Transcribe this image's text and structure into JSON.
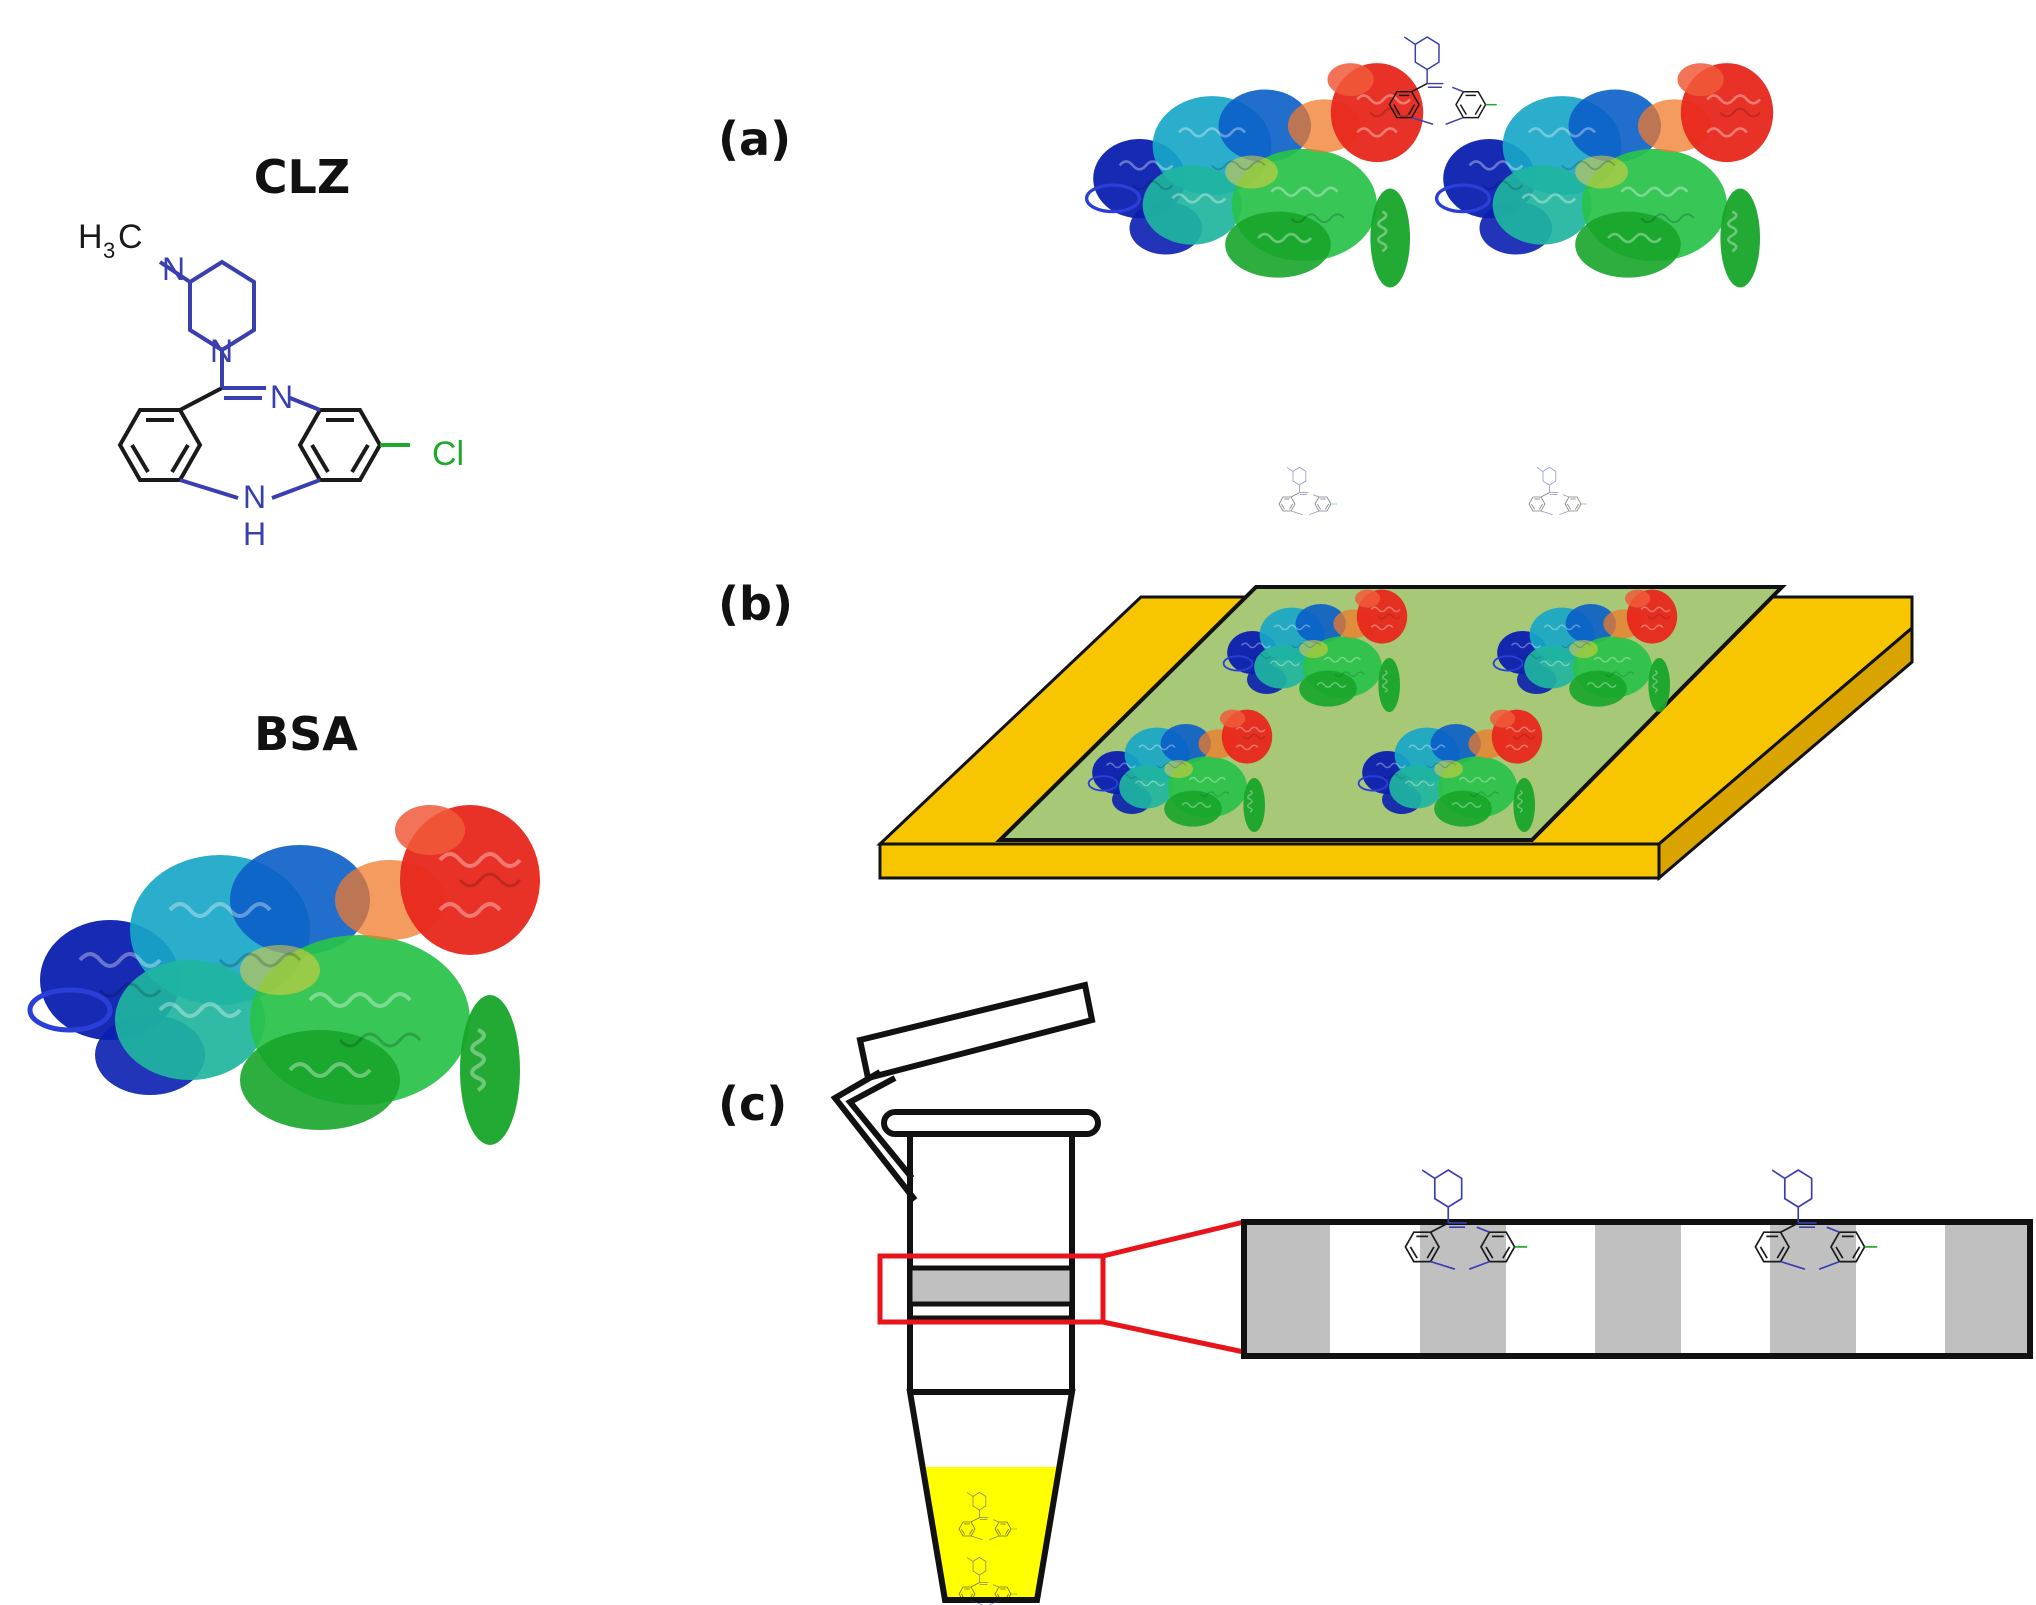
{
  "titles": {
    "clz": "CLZ",
    "bsa": "BSA"
  },
  "panels": {
    "a": "(a)",
    "b": "(b)",
    "c": "(c)"
  },
  "atoms": {
    "methyl_h": "H",
    "methyl_sub": "3",
    "methyl_c": "C",
    "n": "N",
    "h": "H",
    "cl": "Cl"
  },
  "colors": {
    "nitrogen": "#3a3fb0",
    "chlorine": "#1fa82a",
    "bond": "#1a1a1a",
    "electrode": "#f7c600",
    "electrode_side": "#d9a300",
    "film": "#a6c877",
    "solution": "#ffff00",
    "highlight": "#e8141b",
    "band": "#c0c0c0"
  },
  "protein_palette": [
    "#0a1fb0",
    "#0a5ec8",
    "#18a7c7",
    "#1fb5a0",
    "#29c24a",
    "#17a52a",
    "#e8d03a",
    "#f07a2a",
    "#e8271b"
  ]
}
